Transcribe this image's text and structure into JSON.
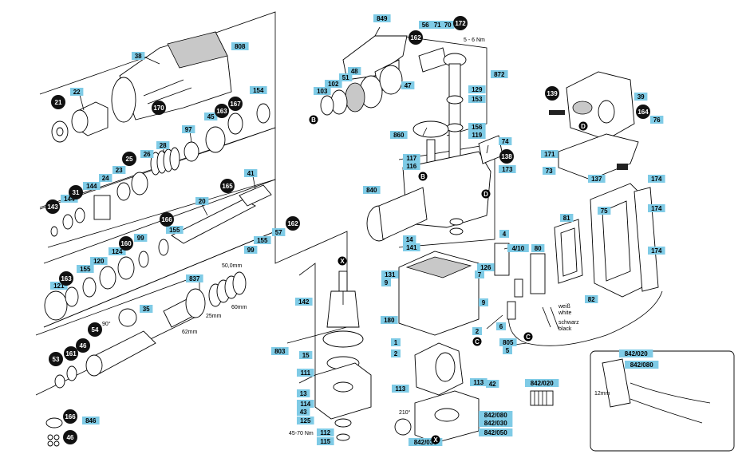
{
  "tags": [
    {
      "id": "t849",
      "text": "849"
    },
    {
      "id": "t56",
      "text": "56"
    },
    {
      "id": "t71",
      "text": "71"
    },
    {
      "id": "t70",
      "text": "70"
    },
    {
      "id": "t38",
      "text": "38"
    },
    {
      "id": "t808",
      "text": "808"
    },
    {
      "id": "t22",
      "text": "22"
    },
    {
      "id": "t154",
      "text": "154"
    },
    {
      "id": "t45",
      "text": "45"
    },
    {
      "id": "t97",
      "text": "97"
    },
    {
      "id": "t28",
      "text": "28"
    },
    {
      "id": "t26",
      "text": "26"
    },
    {
      "id": "t23",
      "text": "23"
    },
    {
      "id": "t24",
      "text": "24"
    },
    {
      "id": "t144a",
      "text": "144"
    },
    {
      "id": "t144b",
      "text": "144"
    },
    {
      "id": "t41",
      "text": "41"
    },
    {
      "id": "t20",
      "text": "20"
    },
    {
      "id": "t155a",
      "text": "155"
    },
    {
      "id": "t99a",
      "text": "99"
    },
    {
      "id": "t124",
      "text": "124"
    },
    {
      "id": "t120",
      "text": "120"
    },
    {
      "id": "t155b",
      "text": "155"
    },
    {
      "id": "t121",
      "text": "121"
    },
    {
      "id": "t57",
      "text": "57"
    },
    {
      "id": "t155c",
      "text": "155"
    },
    {
      "id": "t99b",
      "text": "99"
    },
    {
      "id": "t837",
      "text": "837"
    },
    {
      "id": "t35",
      "text": "35"
    },
    {
      "id": "t48",
      "text": "48"
    },
    {
      "id": "t51",
      "text": "51"
    },
    {
      "id": "t102",
      "text": "102"
    },
    {
      "id": "t103",
      "text": "103"
    },
    {
      "id": "t47",
      "text": "47"
    },
    {
      "id": "t872",
      "text": "872"
    },
    {
      "id": "t129",
      "text": "129"
    },
    {
      "id": "t153",
      "text": "153"
    },
    {
      "id": "t156",
      "text": "156"
    },
    {
      "id": "t119",
      "text": "119"
    },
    {
      "id": "t860",
      "text": "860"
    },
    {
      "id": "t117",
      "text": "117"
    },
    {
      "id": "t116",
      "text": "116"
    },
    {
      "id": "t74",
      "text": "74"
    },
    {
      "id": "t173",
      "text": "173"
    },
    {
      "id": "t840",
      "text": "840"
    },
    {
      "id": "t14",
      "text": "14"
    },
    {
      "id": "t141",
      "text": "141"
    },
    {
      "id": "t39",
      "text": "39"
    },
    {
      "id": "t76",
      "text": "76"
    },
    {
      "id": "t171",
      "text": "171"
    },
    {
      "id": "t73",
      "text": "73"
    },
    {
      "id": "t137",
      "text": "137"
    },
    {
      "id": "t174a",
      "text": "174"
    },
    {
      "id": "t174b",
      "text": "174"
    },
    {
      "id": "t174c",
      "text": "174"
    },
    {
      "id": "t75",
      "text": "75"
    },
    {
      "id": "t81",
      "text": "81"
    },
    {
      "id": "t4",
      "text": "4"
    },
    {
      "id": "t410",
      "text": "4/10"
    },
    {
      "id": "t80",
      "text": "80"
    },
    {
      "id": "t126",
      "text": "126"
    },
    {
      "id": "t7",
      "text": "7"
    },
    {
      "id": "t131",
      "text": "131"
    },
    {
      "id": "t9a",
      "text": "9"
    },
    {
      "id": "t9b",
      "text": "9"
    },
    {
      "id": "t142",
      "text": "142"
    },
    {
      "id": "t180",
      "text": "180"
    },
    {
      "id": "t82",
      "text": "82"
    },
    {
      "id": "t6",
      "text": "6"
    },
    {
      "id": "t805",
      "text": "805"
    },
    {
      "id": "t5",
      "text": "5"
    },
    {
      "id": "t803",
      "text": "803"
    },
    {
      "id": "t15",
      "text": "15"
    },
    {
      "id": "t1",
      "text": "1"
    },
    {
      "id": "t2a",
      "text": "2"
    },
    {
      "id": "t2b",
      "text": "2"
    },
    {
      "id": "t111",
      "text": "111"
    },
    {
      "id": "t113a",
      "text": "113"
    },
    {
      "id": "t113b",
      "text": "113"
    },
    {
      "id": "t42",
      "text": "42"
    },
    {
      "id": "t842020a",
      "text": "842/020"
    },
    {
      "id": "t842020b",
      "text": "842/020"
    },
    {
      "id": "t842080a",
      "text": "842/080"
    },
    {
      "id": "t842080b",
      "text": "842/080"
    },
    {
      "id": "t842030a",
      "text": "842/030"
    },
    {
      "id": "t842030b",
      "text": "842/030"
    },
    {
      "id": "t842050",
      "text": "842/050"
    },
    {
      "id": "t13",
      "text": "13"
    },
    {
      "id": "t114",
      "text": "114"
    },
    {
      "id": "t43",
      "text": "43"
    },
    {
      "id": "t125",
      "text": "125"
    },
    {
      "id": "t112",
      "text": "112"
    },
    {
      "id": "t115",
      "text": "115"
    },
    {
      "id": "t846",
      "text": "846"
    }
  ],
  "circles": [
    {
      "id": "c162a",
      "text": "162"
    },
    {
      "id": "c172",
      "text": "172"
    },
    {
      "id": "c21",
      "text": "21"
    },
    {
      "id": "c170",
      "text": "170"
    },
    {
      "id": "c163a",
      "text": "163"
    },
    {
      "id": "c167",
      "text": "167"
    },
    {
      "id": "c25",
      "text": "25"
    },
    {
      "id": "c31",
      "text": "31"
    },
    {
      "id": "c143",
      "text": "143"
    },
    {
      "id": "c165",
      "text": "165"
    },
    {
      "id": "c166a",
      "text": "166"
    },
    {
      "id": "c160",
      "text": "160"
    },
    {
      "id": "c162b",
      "text": "162"
    },
    {
      "id": "c163b",
      "text": "163"
    },
    {
      "id": "c54",
      "text": "54"
    },
    {
      "id": "c46a",
      "text": "46"
    },
    {
      "id": "c161",
      "text": "161"
    },
    {
      "id": "c53",
      "text": "53"
    },
    {
      "id": "c166b",
      "text": "166"
    },
    {
      "id": "c46b",
      "text": "46"
    },
    {
      "id": "c139",
      "text": "139"
    },
    {
      "id": "c164",
      "text": "164"
    },
    {
      "id": "c138",
      "text": "138"
    }
  ],
  "markers": [
    {
      "id": "mB1",
      "text": "B"
    },
    {
      "id": "mB2",
      "text": "B"
    },
    {
      "id": "mD1",
      "text": "D"
    },
    {
      "id": "mD2",
      "text": "D"
    },
    {
      "id": "mX1",
      "text": "X"
    },
    {
      "id": "mX2",
      "text": "X"
    },
    {
      "id": "mC1",
      "text": "C"
    },
    {
      "id": "mC2",
      "text": "C"
    }
  ],
  "notes": {
    "torque_top": "5 - 6 Nm",
    "torque_bottom": "45-70 Nm",
    "angle": "90°",
    "dim_50": "50,0mm",
    "dim_60": "60mm",
    "dim_25": "25mm",
    "dim_62": "62mm",
    "angle_210": "210°",
    "wire_white": "weiß\nwhite",
    "wire_black": "schwarz\nblack",
    "dim_12": "12mm"
  },
  "colors": {
    "tag_fill": "#7fcbe6",
    "circle_fill": "#111111",
    "line": "#000000"
  }
}
